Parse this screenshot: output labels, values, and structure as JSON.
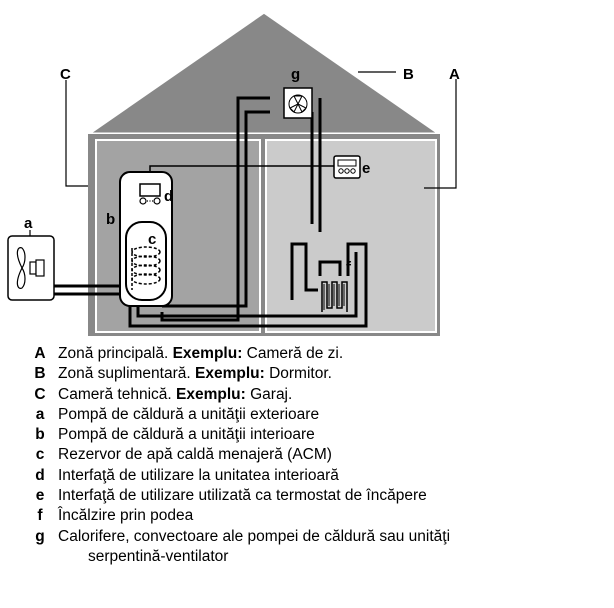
{
  "diagram": {
    "callouts": {
      "A": "A",
      "B": "B",
      "C": "C",
      "a": "a",
      "b": "b",
      "c": "c",
      "d": "d",
      "e": "e",
      "f": "f",
      "g": "g"
    },
    "colors": {
      "roof": "#888888",
      "main_zone": "#cbcbcb",
      "technical_room": "#a3a3a3",
      "outline": "#ffffff",
      "pipe": "#000000"
    }
  },
  "legend": [
    {
      "key": "A",
      "text": "Zonă principală. ",
      "bold": "Exemplu:",
      "rest": " Cameră de zi."
    },
    {
      "key": "B",
      "text": "Zonă suplimentară. ",
      "bold": "Exemplu:",
      "rest": " Dormitor."
    },
    {
      "key": "C",
      "text": "Cameră tehnică. ",
      "bold": "Exemplu:",
      "rest": " Garaj."
    },
    {
      "key": "a",
      "text": "Pompă de căldură a unităţii exterioare",
      "bold": "",
      "rest": ""
    },
    {
      "key": "b",
      "text": "Pompă de căldură a unităţii interioare",
      "bold": "",
      "rest": ""
    },
    {
      "key": "c",
      "text": "Rezervor de apă caldă menajeră (ACM)",
      "bold": "",
      "rest": ""
    },
    {
      "key": "d",
      "text": "Interfaţă de utilizare la unitatea interioară",
      "bold": "",
      "rest": ""
    },
    {
      "key": "e",
      "text": "Interfaţă de utilizare utilizată ca termostat de încăpere",
      "bold": "",
      "rest": ""
    },
    {
      "key": "f",
      "text": "Încălzire prin podea",
      "bold": "",
      "rest": ""
    },
    {
      "key": "g",
      "text": "Calorifere, convectoare ale pompei de căldură sau unităţi",
      "bold": "",
      "rest": ""
    }
  ],
  "legend_continuation": "serpentină-ventilator"
}
